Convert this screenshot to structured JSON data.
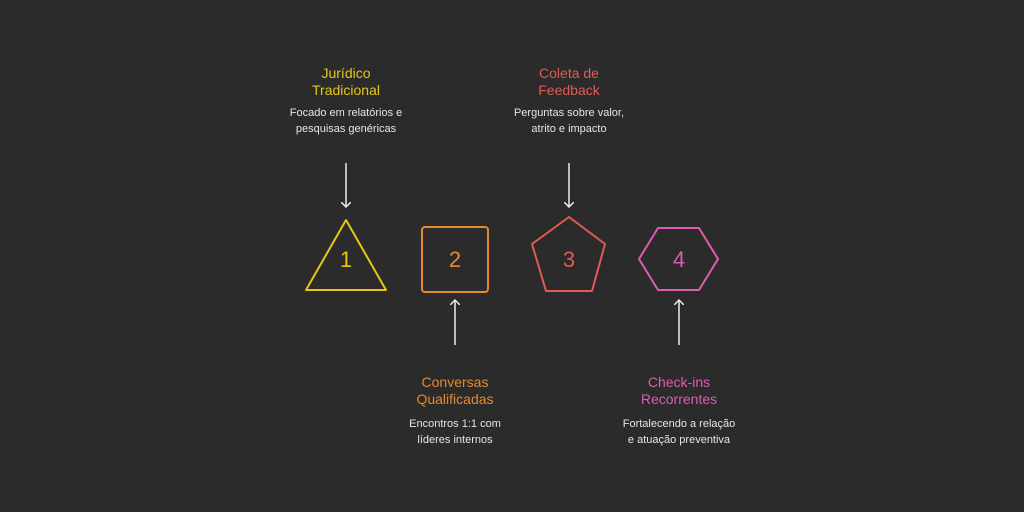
{
  "colors": {
    "background": "#2b2b2b",
    "step1": "#e6c619",
    "step2": "#e58a2e",
    "step3": "#e25a52",
    "step4": "#dd5cb0",
    "arrow": "#eeeeee"
  },
  "steps": [
    {
      "number": "1",
      "shape": "triangle",
      "title": [
        "Jurídico",
        "Tradicional"
      ],
      "description": [
        "Focado em relatórios e",
        "pesquisas genéricas"
      ]
    },
    {
      "number": "2",
      "shape": "square",
      "title": [
        "Conversas",
        "Qualificadas"
      ],
      "description": [
        "Encontros 1:1 com",
        "líderes internos"
      ]
    },
    {
      "number": "3",
      "shape": "pentagon",
      "title": [
        "Coleta de",
        "Feedback"
      ],
      "description": [
        "Perguntas sobre valor,",
        "atrito e impacto"
      ]
    },
    {
      "number": "4",
      "shape": "hexagon",
      "title": [
        "Check-ins",
        "Recorrentes"
      ],
      "description": [
        "Fortalecendo a relação",
        "e atuação preventiva"
      ]
    }
  ]
}
